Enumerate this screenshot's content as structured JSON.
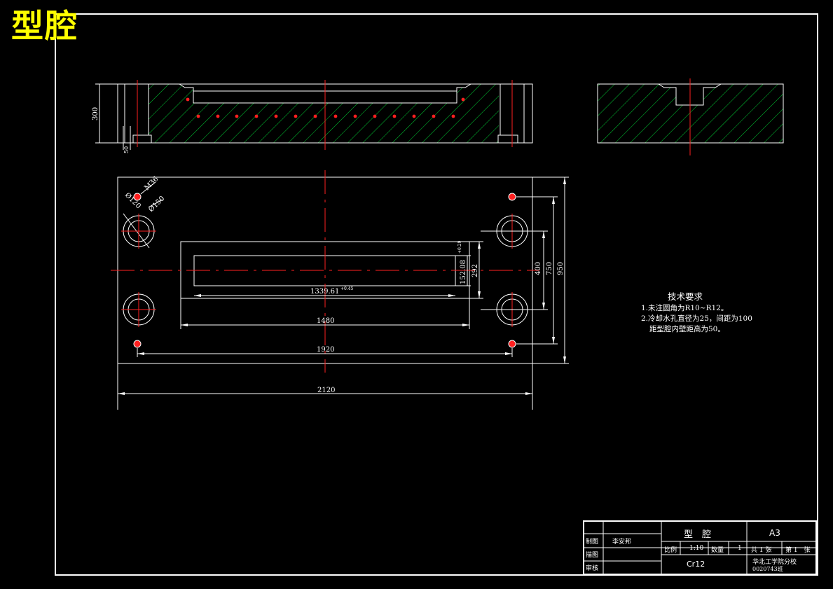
{
  "sheet": {
    "big_title": "型腔"
  },
  "colors": {
    "background": "#000000",
    "frame": "#ffffff",
    "hatch": "#00cc33",
    "centerline": "#ff2020",
    "title": "#ffff00",
    "dimension": "#ffffff"
  },
  "dims": {
    "side_height": "300",
    "side_base": "50",
    "m_thread": "M36",
    "hole_small": "Ø120",
    "hole_big": "Ø150",
    "cavity_len": "1339.61",
    "cavity_len_tol": "+0.45",
    "cavity_wid": "152.08",
    "cavity_wid_tol": "+0.29",
    "pocket_h": "292",
    "pocket_w": "1480",
    "hole_span_x": "1920",
    "plate_w": "2120",
    "pocket_outer_h": "400",
    "hole_span_y": "750",
    "plate_h": "950"
  },
  "tech": {
    "heading": "技术要求",
    "line1": "1.未注圆角为R10~R12。",
    "line2": "2.冷却水孔直径为25，间距为100",
    "line3": "距型腔内壁距高为50。"
  },
  "title_block": {
    "name": "型　腔",
    "size": "A3",
    "row_draw": "制图",
    "drawer": "李安邦",
    "row_trace": "描图",
    "row_check": "审核",
    "scale_label": "比例",
    "scale": "1:10",
    "qty_label": "数量",
    "qty": "1",
    "sheets": "共 1 张",
    "sheet_no": "第 1　张",
    "material": "Cr12",
    "school": "华北工学院分校",
    "code": "0020743班"
  }
}
